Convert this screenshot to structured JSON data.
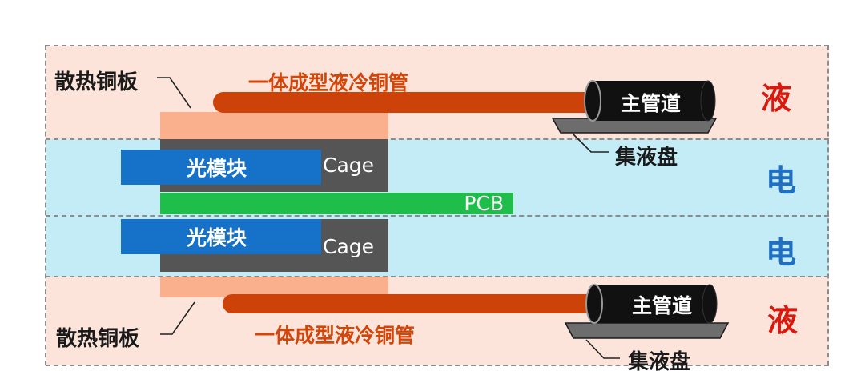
{
  "zones": {
    "top": "液",
    "mid_upper": "电",
    "mid_lower": "电",
    "bottom": "液"
  },
  "labels": {
    "heat_plate_top": "散热铜板",
    "heat_plate_bottom": "散热铜板",
    "copper_pipe_top": "一体成型液冷铜管",
    "copper_pipe_bottom": "一体成型液冷铜管",
    "main_pipe_top": "主管道",
    "main_pipe_bottom": "主管道",
    "drip_tray_top": "集液盘",
    "drip_tray_bottom": "集液盘",
    "module_upper": "光模块",
    "module_lower": "光模块",
    "cage_upper": "Cage",
    "cage_lower": "Cage",
    "pcb": "PCB"
  },
  "colors": {
    "liquid_zone": "#fde4da",
    "electric_zone": "#c4ecf7",
    "copper_pipe": "#cc4208",
    "heat_plate": "#fbb08d",
    "optical_module": "#1672c9",
    "cage": "#555555",
    "pcb": "#1fbd4a",
    "liquid_text": "#d9190e",
    "electric_text": "#1f6fc2"
  }
}
